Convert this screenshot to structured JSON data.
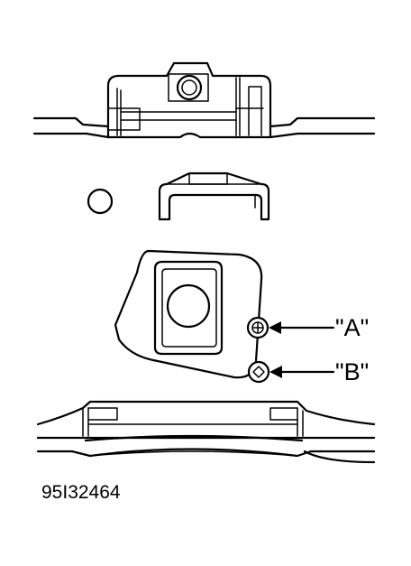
{
  "labels": {
    "a": "\"A\"",
    "b": "\"B\""
  },
  "figure_code": "95I32464",
  "colors": {
    "line": "#000000",
    "background": "#ffffff"
  }
}
